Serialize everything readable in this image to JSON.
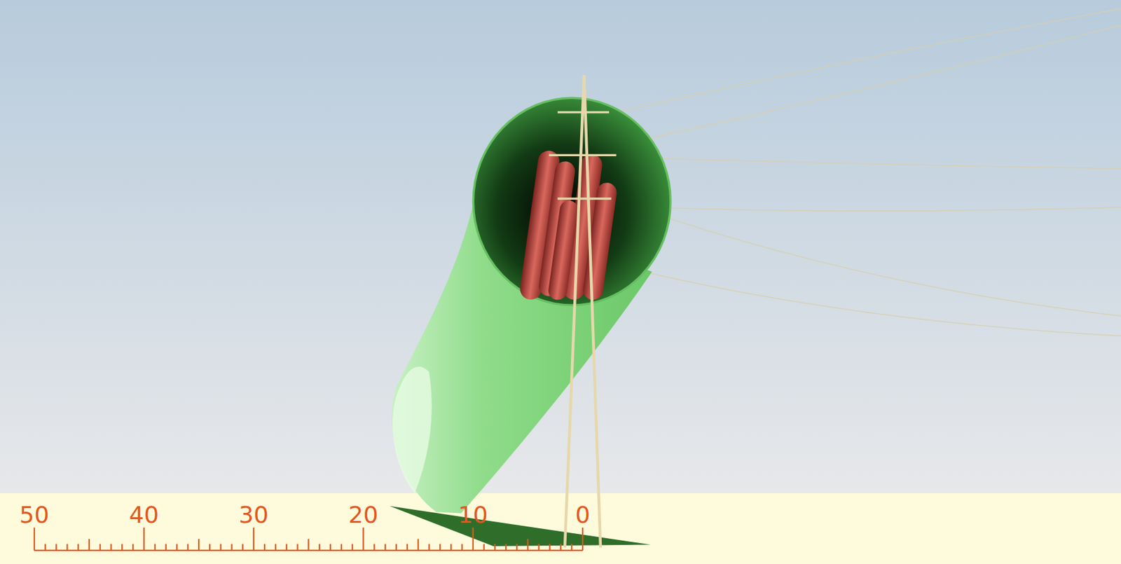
{
  "diagram": {
    "labels": [
      "50",
      "40",
      "30",
      "20",
      "10",
      "0"
    ]
  }
}
